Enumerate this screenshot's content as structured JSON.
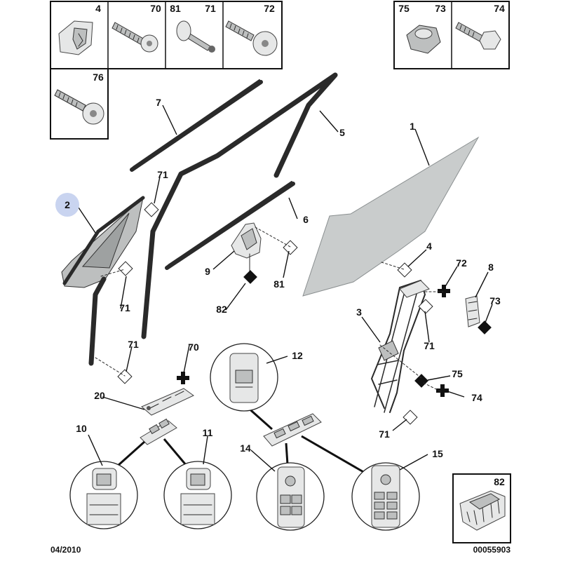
{
  "fastener_panel": {
    "cells": [
      {
        "id": "4",
        "name": "clip"
      },
      {
        "id": "70",
        "name": "self-tapping screw"
      },
      {
        "id": "81",
        "id2": "71",
        "name": "rivet and plug"
      },
      {
        "id": "72",
        "name": "screw"
      },
      {
        "id": "76",
        "name": "screw"
      }
    ]
  },
  "nut_panel": {
    "cells": [
      {
        "id": "75",
        "id2": "73",
        "name": "nut"
      },
      {
        "id": "74",
        "name": "screw"
      }
    ]
  },
  "inset_82": {
    "id": "82"
  },
  "callouts": {
    "c1": "1",
    "c2": "2",
    "c3": "3",
    "c4": "4",
    "c5": "5",
    "c6": "6",
    "c7": "7",
    "c8": "8",
    "c9": "9",
    "c10": "10",
    "c11": "11",
    "c12": "12",
    "c14": "14",
    "c15": "15",
    "c20": "20",
    "c70": "70",
    "c71a": "71",
    "c71b": "71",
    "c71c": "71",
    "c71d": "71",
    "c71e": "71",
    "c72": "72",
    "c73": "73",
    "c74": "74",
    "c75": "75",
    "c81": "81",
    "c82": "82"
  },
  "highlight_color": "#c9d4f0",
  "footer": {
    "date": "04/2010",
    "ref": "00055903"
  }
}
